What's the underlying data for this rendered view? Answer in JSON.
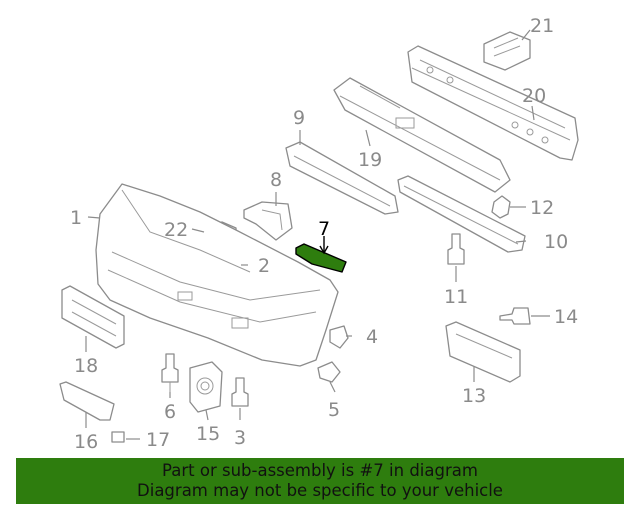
{
  "callouts": {
    "p1": "1",
    "p2": "2",
    "p3": "3",
    "p4": "4",
    "p5": "5",
    "p6": "6",
    "p7": "7",
    "p8": "8",
    "p9": "9",
    "p10": "10",
    "p11": "11",
    "p12": "12",
    "p13": "13",
    "p14": "14",
    "p15": "15",
    "p16": "16",
    "p17": "17",
    "p18": "18",
    "p19": "19",
    "p20": "20",
    "p21": "21",
    "p22": "22"
  },
  "highlight": {
    "part": "7",
    "color": "#2e7d0e"
  },
  "banner": {
    "line1": "Part or sub-assembly is #7 in diagram",
    "line2": "Diagram may not be specific to your vehicle",
    "background": "#2e7d0e"
  }
}
